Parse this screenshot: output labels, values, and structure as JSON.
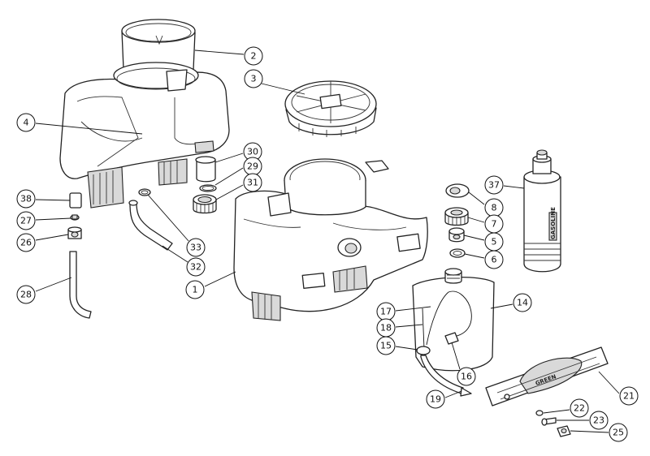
{
  "callouts": [
    {
      "id": "c2",
      "label": "2"
    },
    {
      "id": "c3",
      "label": "3"
    },
    {
      "id": "c4",
      "label": "4"
    },
    {
      "id": "c30",
      "label": "30"
    },
    {
      "id": "c29",
      "label": "29"
    },
    {
      "id": "c31",
      "label": "31"
    },
    {
      "id": "c38",
      "label": "38"
    },
    {
      "id": "c27",
      "label": "27"
    },
    {
      "id": "c26",
      "label": "26"
    },
    {
      "id": "c28",
      "label": "28"
    },
    {
      "id": "c33",
      "label": "33"
    },
    {
      "id": "c32",
      "label": "32"
    },
    {
      "id": "c1",
      "label": "1"
    },
    {
      "id": "c8",
      "label": "8"
    },
    {
      "id": "c7",
      "label": "7"
    },
    {
      "id": "c5",
      "label": "5"
    },
    {
      "id": "c6",
      "label": "6"
    },
    {
      "id": "c37",
      "label": "37"
    },
    {
      "id": "c14",
      "label": "14"
    },
    {
      "id": "c17",
      "label": "17"
    },
    {
      "id": "c18",
      "label": "18"
    },
    {
      "id": "c15",
      "label": "15"
    },
    {
      "id": "c16",
      "label": "16"
    },
    {
      "id": "c19",
      "label": "19"
    },
    {
      "id": "c21",
      "label": "21"
    },
    {
      "id": "c22",
      "label": "22"
    },
    {
      "id": "c23",
      "label": "23"
    },
    {
      "id": "c25",
      "label": "25"
    }
  ],
  "labels": {
    "bottle_label": "GASOLINE",
    "badge_text": "GREEN"
  }
}
